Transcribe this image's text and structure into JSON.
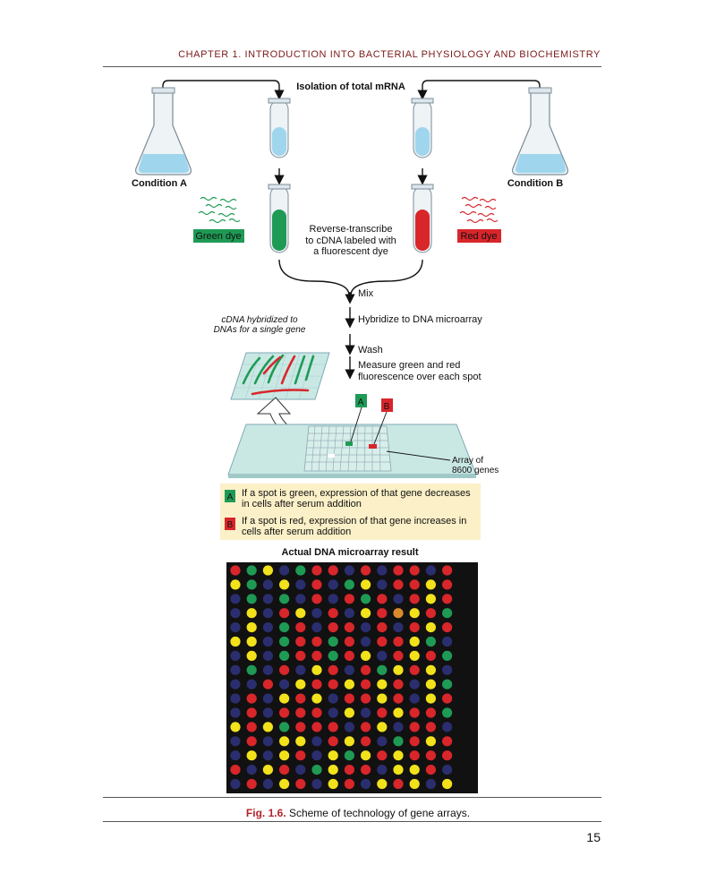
{
  "header": {
    "chapter": "CHAPTER 1. INTRODUCTION INTO BACTERIAL PHYSIOLOGY AND BIOCHEMISTRY"
  },
  "diagram": {
    "isolation": "Isolation of total mRNA",
    "condition_a": "Condition A",
    "condition_b": "Condition B",
    "green_dye": "Green dye",
    "red_dye": "Red dye",
    "rt_line1": "Reverse-transcribe",
    "rt_line2": "to cDNA labeled with",
    "rt_line3": "a fluorescent dye",
    "mix": "Mix",
    "hybridize": "Hybridize to DNA microarray",
    "wash": "Wash",
    "measure_line1": "Measure green and red",
    "measure_line2": "fluorescence over each spot",
    "cdna_line1": "cDNA hybridized to",
    "cdna_line2": "DNAs for a single gene",
    "label_a": "A",
    "label_b": "B",
    "array_line1": "Array of",
    "array_line2": "8600 genes",
    "legend_a_line1": "If a spot is green, expression of that gene decreases",
    "legend_a_line2": "in cells after serum addition",
    "legend_b_line1": "If a spot is red, expression of that gene increases in",
    "legend_b_line2": "cells after serum addition",
    "result_title": "Actual DNA microarray result"
  },
  "colors": {
    "green": "#1f9a55",
    "red": "#d8262b",
    "yellow": "#f2e21b",
    "blue_dim": "#2b2e6e",
    "legend_bg": "#fbf0c7",
    "liquid_blue": "#9fd6ee"
  },
  "microarray": {
    "rows": [
      "RGYBGRRBRBRRBR",
      "YGBYBRBGYBRRYR",
      "BGBGBRBRGRBRYR",
      "BYBRYBRBYROYRG",
      "BYBGRBRRBRBRYR",
      "YYBGRRGRBRRYGB",
      "BYBGRRGRYBRYRG",
      "BGBRBYRBRGYRYB",
      "BBRBYRRYRYRBYG",
      "BRBYRYBRRYRBYR",
      "BRBRRRBYBRYRRG",
      "YRYGRRRBRYBRRB",
      "BRBYYBRYRBGRYR",
      "BYBYRBYGYRYRRR",
      "RBYRBGYRRBYYRB",
      "BRBYRBYRBYRYBY"
    ]
  },
  "caption": {
    "fig_label": "Fig. 1.6.",
    "text": " Scheme of technology of gene arrays."
  },
  "page_number": "15"
}
